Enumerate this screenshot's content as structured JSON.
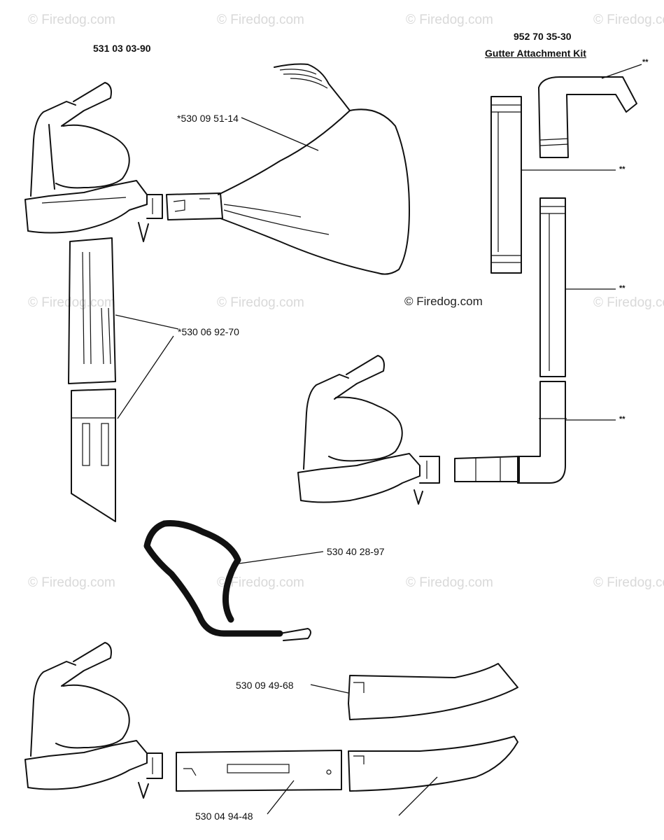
{
  "watermark": "© Firedog.com",
  "kit_top_left": {
    "part_number": "531 03 03-90"
  },
  "kit_top_right": {
    "part_number": "952 70 35-30",
    "title": "Gutter Attachment Kit"
  },
  "callouts": {
    "bag": "*530 09 51-14",
    "tube_adapter": "*530 06 92-70",
    "strap": "530 40 28-97",
    "curved_nozzle": "530 09 49-68",
    "straight_tube": "530 04 94-48",
    "gutter_bend": "**",
    "gutter_tube_1": "**",
    "gutter_tube_2": "**",
    "gutter_elbow": "**"
  }
}
